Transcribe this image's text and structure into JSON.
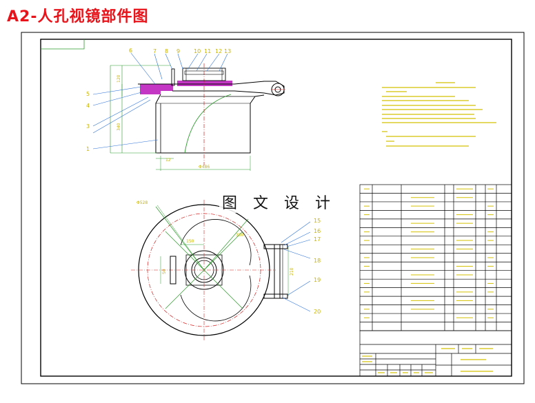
{
  "title": "A2-人孔视镜部件图",
  "watermark": "图 文 设 计",
  "front_view_labels": [
    "6",
    "7",
    "8",
    "9",
    "10",
    "11",
    "12",
    "13"
  ],
  "left_labels": [
    "5",
    "4",
    "3",
    "1"
  ],
  "top_view_labels": [
    "15",
    "16",
    "17",
    "18",
    "19",
    "20"
  ],
  "dimensions": {
    "front_height_1": "120",
    "front_height_2": "340",
    "front_width": "Φ486",
    "front_offset": "12",
    "top_diameter": "Φ528",
    "top_offset": "150",
    "top_radius": "350",
    "top_slot": "50",
    "side_width": "210"
  },
  "colors": {
    "outline": "#000000",
    "label": "#c8b400",
    "leader": "#2a6fd6",
    "hatch": "#c437c4",
    "center": "#d42020",
    "green": "#2a9a2a",
    "title": "#e8141b"
  }
}
